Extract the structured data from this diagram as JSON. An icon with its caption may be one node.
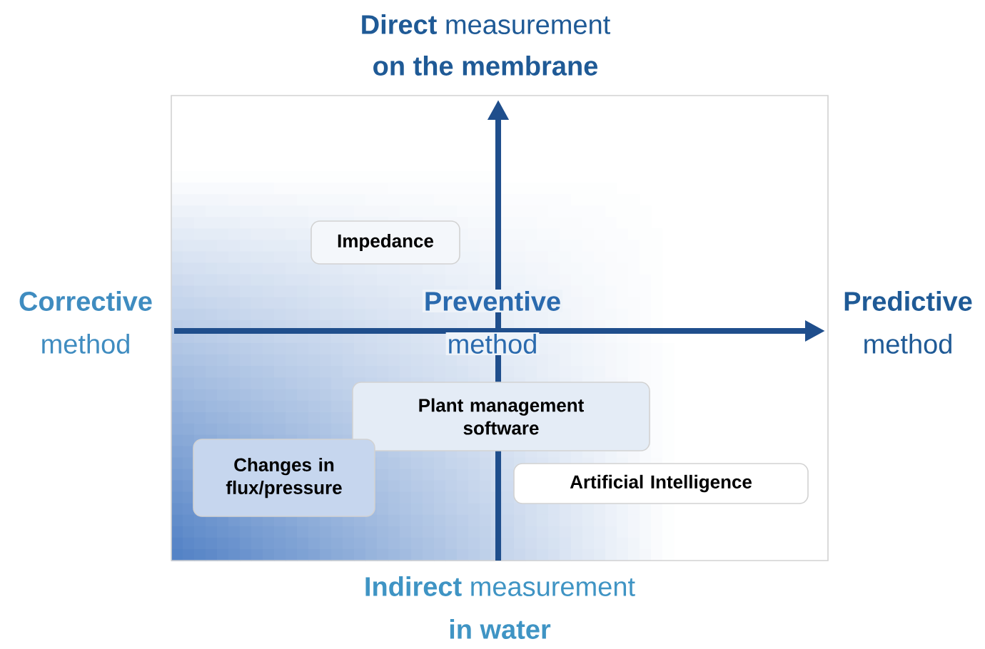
{
  "diagram": {
    "nodes": [
      {
        "text": [
          "Impedance"
        ]
      },
      {
        "text": [
          "Plant management software"
        ]
      },
      {
        "text": [
          "Changes in flux/pressure"
        ]
      },
      {
        "text": [
          "Artificial Intelligence"
        ]
      }
    ],
    "labels": [
      "**Direct** measurement",
      "on the membrane",
      "Corrective",
      "method",
      "Preventive",
      "method",
      "Predictive",
      "method",
      "**Indirect** measurement",
      "in water"
    ]
  }
}
